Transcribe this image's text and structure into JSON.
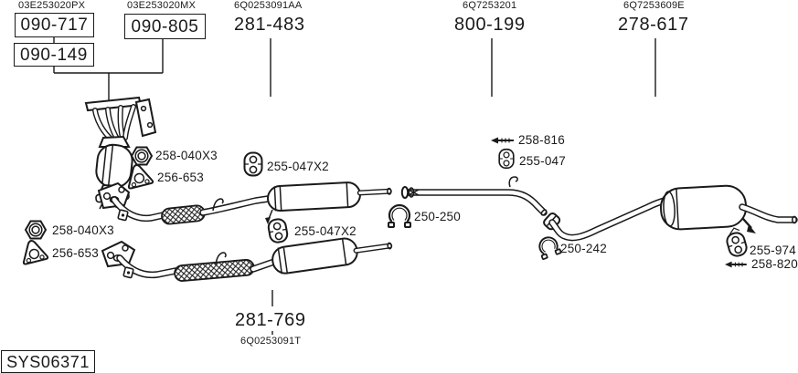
{
  "colors": {
    "ink": "#1a1a1a",
    "background": "#ffffff"
  },
  "drawing_id": "SYS06371",
  "oem_numbers": {
    "manifold_left": "03E253020PX",
    "manifold_right": "03E253020MX",
    "front_silencer_top": "6Q0253091AA",
    "center_pipe": "6Q7253201",
    "rear_silencer": "6Q7253609E",
    "front_silencer_bottom": "6Q0253091T"
  },
  "part_numbers": {
    "catalyst_option_1": "090-717",
    "catalyst_option_2": "090-149",
    "catalyst_option_3": "090-805",
    "front_silencer_top": "281-483",
    "center_pipe": "800-199",
    "rear_silencer": "278-617",
    "front_silencer_bottom": "281-769",
    "nut_upper": "258-040X3",
    "gasket_upper": "256-653",
    "nut_lower": "258-040X3",
    "gasket_lower": "256-653",
    "hanger_front_top": "255-047X2",
    "hanger_front_bottom": "255-047X2",
    "bolt_center": "258-816",
    "hanger_center": "255-047",
    "clamp_center": "250-250",
    "clamp_rear": "250-242",
    "hanger_rear": "255-974",
    "bolt_rear": "258-820"
  },
  "icons": {
    "nut": "hex-nut-icon",
    "gasket": "gasket-icon",
    "hanger": "rubber-hanger-icon",
    "clamp": "pipe-clamp-icon",
    "bolt": "bolt-icon",
    "pointer": "arrow-icon"
  }
}
